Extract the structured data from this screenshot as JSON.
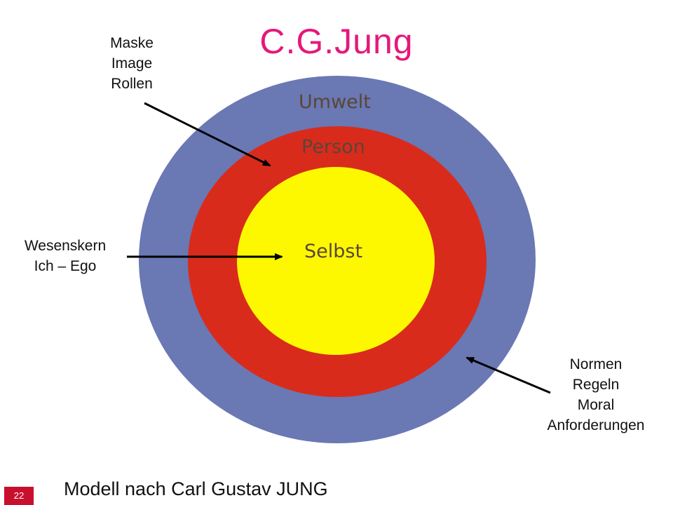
{
  "title": "C.G.Jung",
  "rings": {
    "outer": {
      "label": "Umwelt",
      "color": "#6a78b4"
    },
    "middle": {
      "label": "Person",
      "color": "#d92b1c"
    },
    "inner": {
      "label": "Selbst",
      "color": "#fdf800"
    }
  },
  "annotations": {
    "mask": {
      "lines": [
        "Maske",
        "Image",
        "Rollen"
      ]
    },
    "core": {
      "lines": [
        "Wesenskern",
        "Ich – Ego"
      ]
    },
    "norms": {
      "lines": [
        "Normen",
        "Regeln",
        "Moral",
        "Anforderungen"
      ]
    }
  },
  "caption": "Modell nach Carl Gustav JUNG",
  "page_number": "22",
  "colors": {
    "title": "#e5187a",
    "page_badge": "#c8102e",
    "ring_text": "#5a4636"
  }
}
